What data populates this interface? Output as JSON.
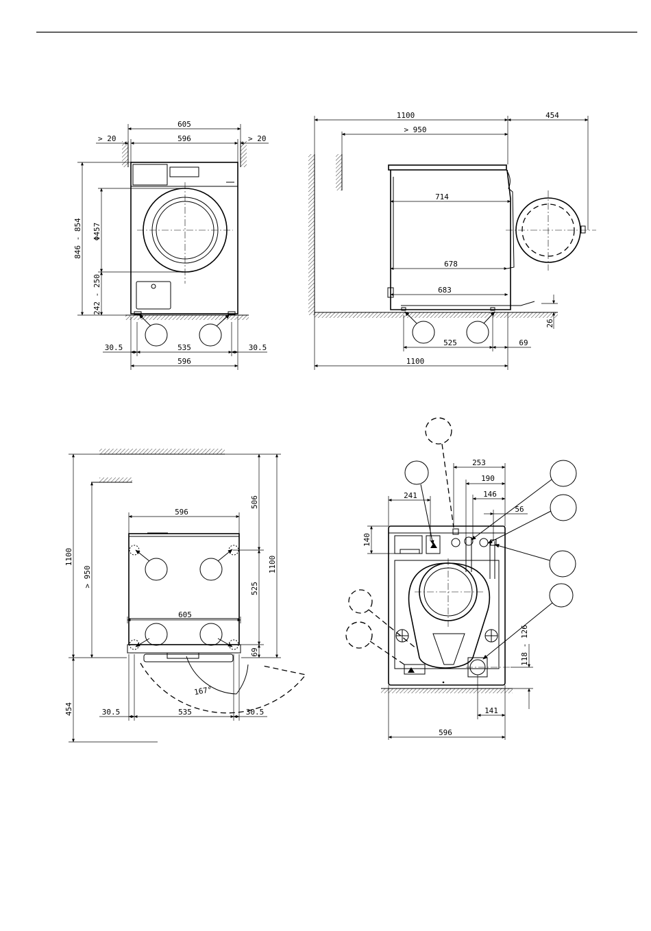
{
  "front_view": {
    "overall_width": "605",
    "body_width": "596",
    "clearance_left": "> 20",
    "clearance_right": "> 20",
    "height": "846 - 854",
    "door_diameter": "Φ457",
    "door_height": "242 - 250",
    "foot_offset_left": "30.5",
    "foot_spacing": "535",
    "foot_offset_right": "30.5",
    "base_width": "596"
  },
  "side_view": {
    "total_depth": "1100",
    "door_projection": "454",
    "clearance_back": "> 950",
    "depth_top": "714",
    "depth_mid": "678",
    "depth_bottom": "683",
    "foot_spacing": "525",
    "foot_front_offset": "69",
    "pedestal_height": "26",
    "base_depth": "1100"
  },
  "top_view": {
    "body_width": "596",
    "front_width": "605",
    "total_depth": "1100",
    "clearance_back": "> 950",
    "back_to_foot": "506",
    "foot_spacing": "525",
    "total_depth_right": "1100",
    "front_offset": "69",
    "door_projection": "454",
    "foot_offset_left": "30.5",
    "foot_spacing_width": "535",
    "foot_offset_right": "30.5",
    "door_angle": "167°"
  },
  "rear_view": {
    "dim_253": "253",
    "dim_190": "190",
    "dim_146": "146",
    "dim_56": "56",
    "dim_241": "241",
    "dim_140": "140",
    "dim_drain_height": "118 - 126",
    "dim_141": "141",
    "body_width": "596"
  }
}
